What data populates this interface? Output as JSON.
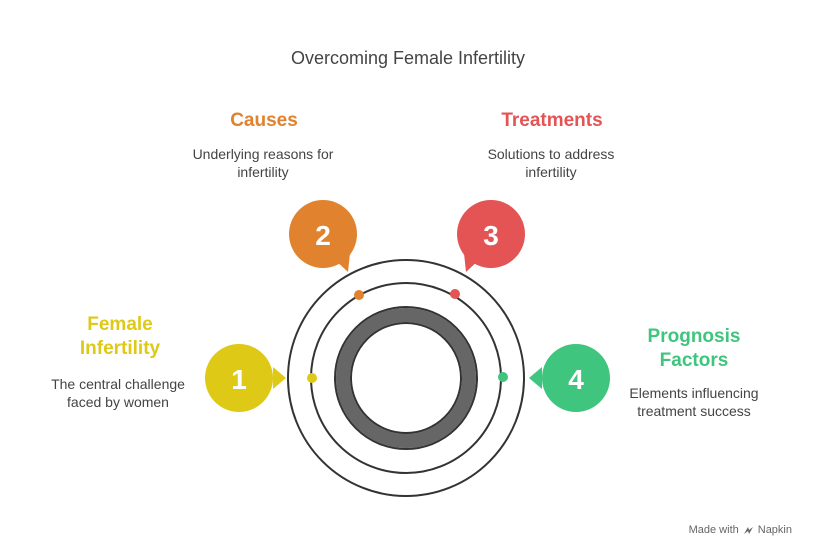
{
  "title": "Overcoming Female Infertility",
  "steps": [
    {
      "number": "1",
      "heading": "Female Infertility",
      "description": "The central challenge faced by women",
      "color": "#dfc917"
    },
    {
      "number": "2",
      "heading": "Causes",
      "description": "Underlying reasons for infertility",
      "color": "#e0822e"
    },
    {
      "number": "3",
      "heading": "Treatments",
      "description": "Solutions to address infertility",
      "color": "#e45454"
    },
    {
      "number": "4",
      "heading": "Prognosis Factors",
      "description": "Elements influencing treatment success",
      "color": "#3fc57d"
    }
  ],
  "footer": {
    "text": "Made with",
    "brand": "Napkin"
  },
  "colors": {
    "ring": "#333333",
    "core": "#666666"
  }
}
